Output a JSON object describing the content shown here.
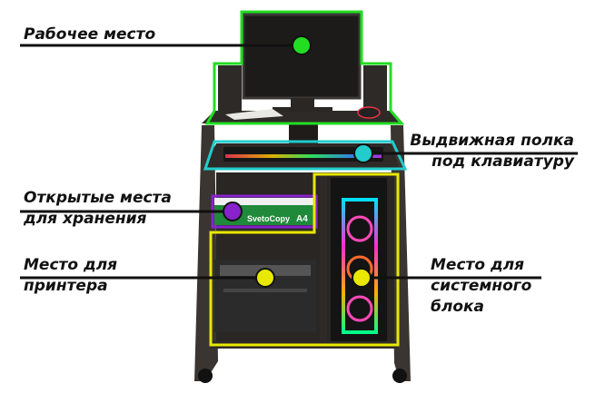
{
  "diagram": {
    "callouts": {
      "workspace": "Рабочее место",
      "keyboard_line1": "Выдвижная полка",
      "keyboard_line2": "под клавиатуру",
      "storage_line1": "Открытые места",
      "storage_line2": "для хранения",
      "printer_line1": "Место для",
      "printer_line2": "принтера",
      "pc_line1": "Место для",
      "pc_line2": "системного",
      "pc_line3": "блока"
    },
    "paper_label": "SvetoCopy",
    "paper_size": "A4"
  },
  "colors": {
    "workspace": "#22dd22",
    "keyboard": "#22cccc",
    "storage": "#8822cc",
    "printer_pc": "#e8e800",
    "furniture": "#2e2a27",
    "text": "#111111"
  }
}
